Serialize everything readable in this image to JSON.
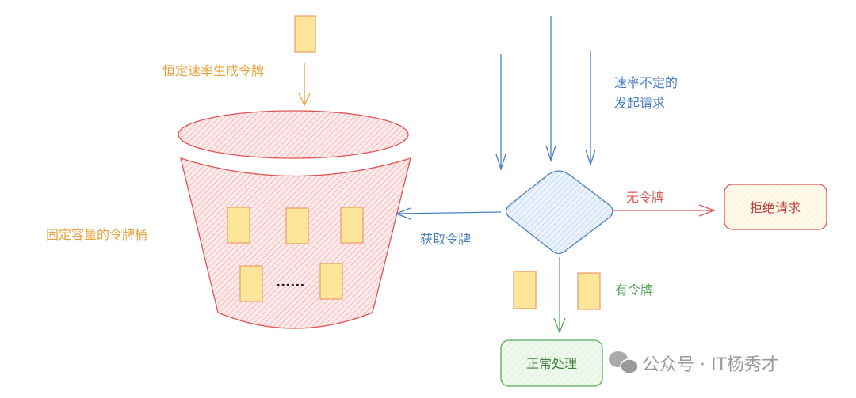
{
  "labels": {
    "constant_rate": "恒定速率生成令牌",
    "bucket": "固定容量的令牌桶",
    "variable_requests_line1": "速率不定的",
    "variable_requests_line2": "发起请求",
    "acquire_token": "获取令牌",
    "no_token": "无令牌",
    "has_token": "有令牌",
    "reject": "拒绝请求",
    "normal": "正常处理",
    "ellipsis": "......"
  },
  "watermark": "公众号 · IT杨秀才",
  "colors": {
    "orange": "#e8a23c",
    "red": "#e05555",
    "blue": "#4a7fc1",
    "green": "#5aa85a",
    "token_fill": "#fde69a",
    "token_stroke": "#f0a070"
  }
}
